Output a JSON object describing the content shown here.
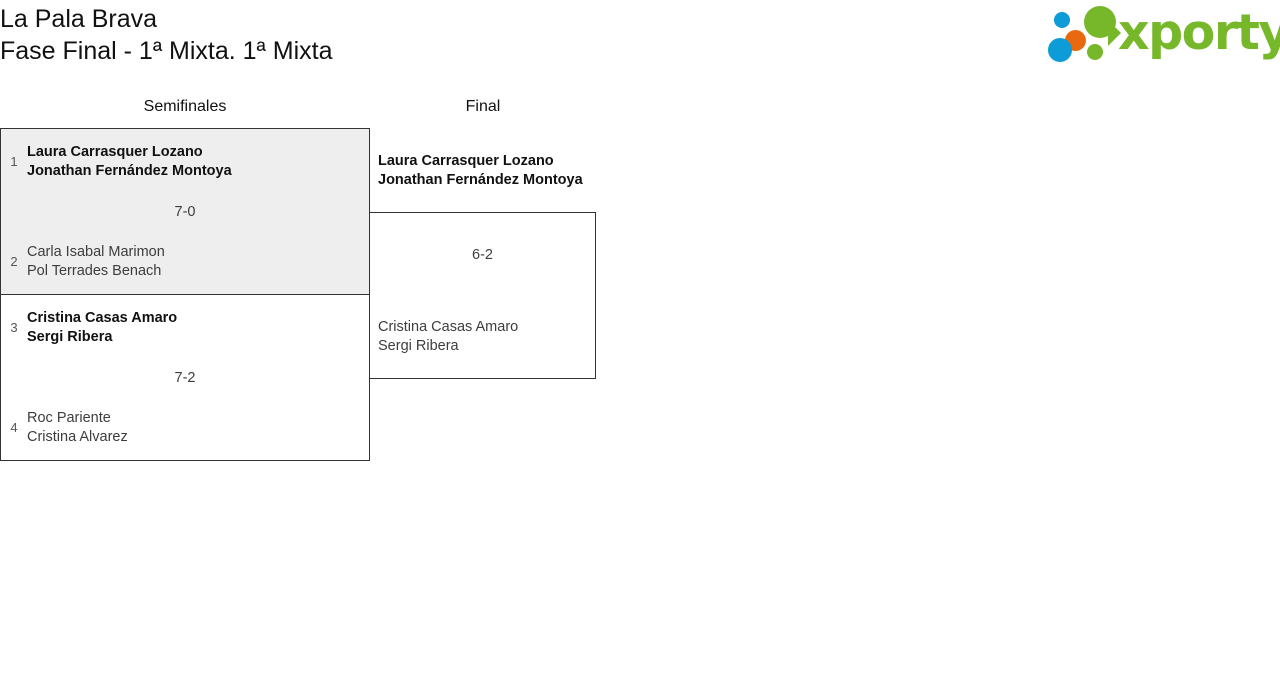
{
  "header": {
    "tournament_name": "La Pala Brava",
    "phase_line": "Fase Final - 1ª Mixta. 1ª Mixta",
    "logo": {
      "wordmark": "xporty",
      "colors": {
        "green": "#76b82a",
        "blue": "#0d9cd8",
        "orange": "#e8690e"
      }
    }
  },
  "rounds": [
    {
      "id": "semifinales",
      "label": "Semifinales"
    },
    {
      "id": "final",
      "label": "Final"
    }
  ],
  "bracket": {
    "semifinales": [
      {
        "score": "7-0",
        "winner": {
          "seed": "1",
          "player1": "Laura Carrasquer Lozano",
          "player2": "Jonathan Fernández Montoya"
        },
        "loser": {
          "seed": "2",
          "player1": "Carla Isabal Marimon",
          "player2": "Pol Terrades Benach"
        }
      },
      {
        "score": "7-2",
        "winner": {
          "seed": "3",
          "player1": "Cristina Casas Amaro",
          "player2": "Sergi Ribera"
        },
        "loser": {
          "seed": "4",
          "player1": "Roc Pariente",
          "player2": "Cristina Alvarez"
        }
      }
    ],
    "final": {
      "score": "6-2",
      "winner": {
        "player1": "Laura Carrasquer Lozano",
        "player2": "Jonathan Fernández Montoya"
      },
      "loser": {
        "player1": "Cristina Casas Amaro",
        "player2": "Sergi Ribera"
      }
    }
  }
}
